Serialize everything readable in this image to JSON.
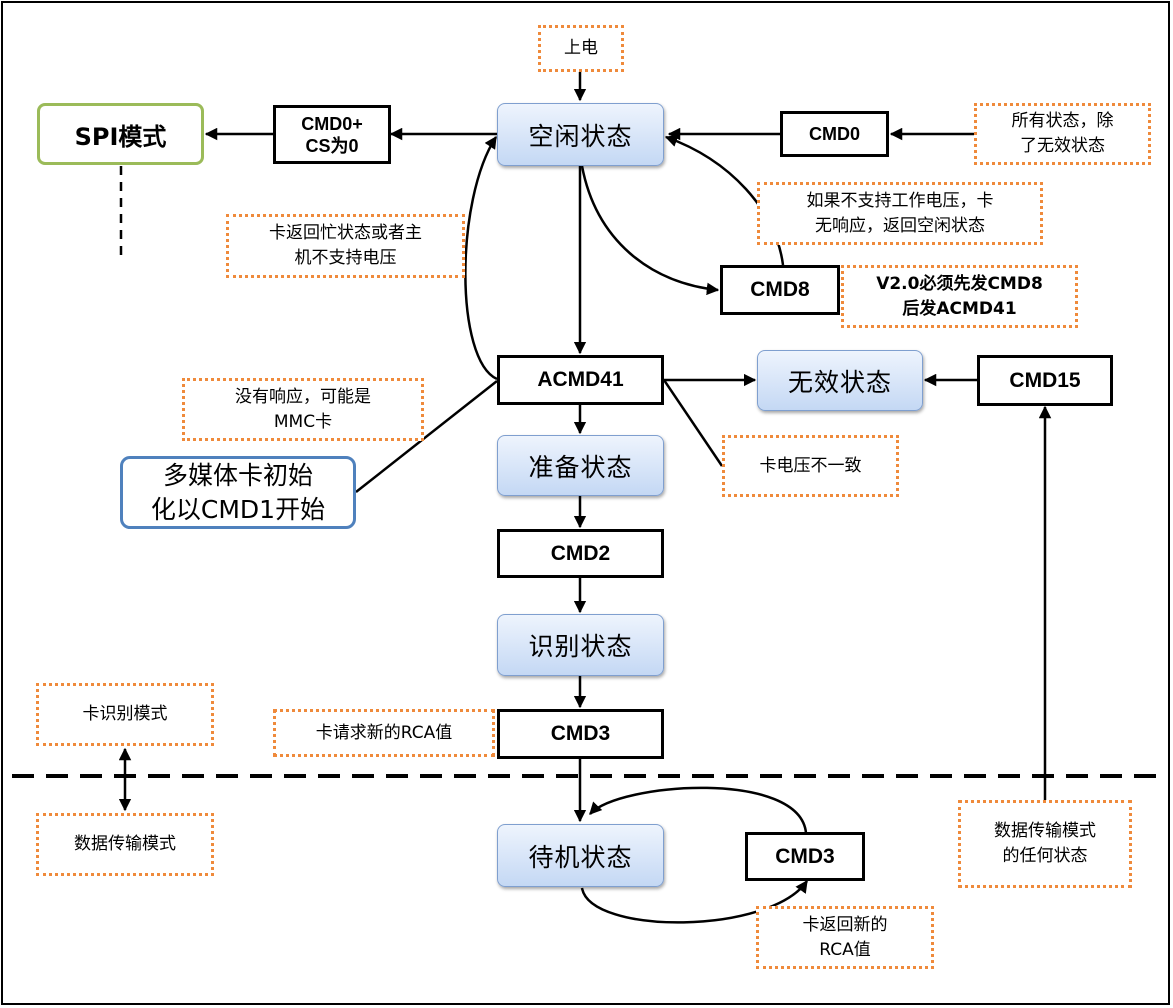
{
  "states": {
    "idle": "空闲状态",
    "ready": "准备状态",
    "ident": "识别状态",
    "standby": "待机状态",
    "inactive": "无效状态"
  },
  "commands": {
    "cmd0_cs": "CMD0+\nCS为0",
    "cmd0": "CMD0",
    "cmd8": "CMD8",
    "acmd41": "ACMD41",
    "cmd2": "CMD2",
    "cmd3": "CMD3",
    "cmd3_loop": "CMD3",
    "cmd15": "CMD15"
  },
  "spi_mode": "SPI模式",
  "media_card_init": "多媒体卡初始\n化以CMD1开始",
  "notes": {
    "power_on": "上电",
    "all_states": "所有状态，除\n了无效状态",
    "unsupported_voltage": "如果不支持工作电压，卡\n无响应，返回空闲状态",
    "busy_or_host": "卡返回忙状态或者主\n机不支持电压",
    "v20_cmd8": "V2.0必须先发CMD8\n后发ACMD41",
    "no_response_mmc": "没有响应，可能是\nMMC卡",
    "voltage_mismatch": "卡电压不一致",
    "request_rca": "卡请求新的RCA值",
    "return_rca": "卡返回新的\nRCA值",
    "any_data_state": "数据传输模式\n的任何状态"
  },
  "modes": {
    "card_id_mode": "卡识别模式",
    "data_transfer_mode": "数据传输模式"
  }
}
